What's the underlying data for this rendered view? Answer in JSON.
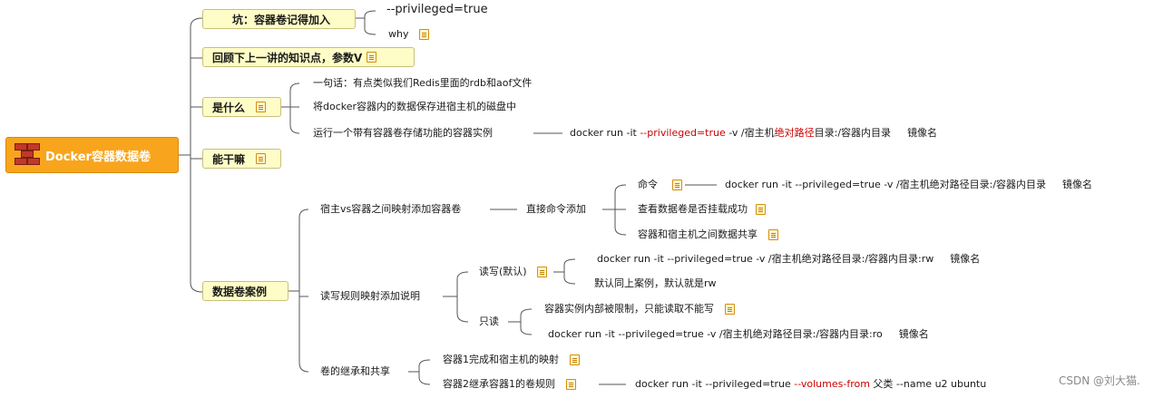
{
  "root": {
    "label": "Docker容器数据卷"
  },
  "branches": [
    {
      "label": "坑：容器卷记得加入"
    },
    {
      "label": "回顾下上一讲的知识点，参数V"
    },
    {
      "label": "是什么"
    },
    {
      "label": "能干嘛"
    },
    {
      "label": "数据卷案例"
    }
  ],
  "pit": {
    "privileged": "--privileged=true",
    "why": "why"
  },
  "what": {
    "items": [
      "一句话：有点类似我们Redis里面的rdb和aof文件",
      "将docker容器内的数据保存进宿主机的磁盘中",
      "运行一个带有容器卷存储功能的容器实例"
    ],
    "cmd": {
      "p1": "docker run -it ",
      "p2": "--privileged=true",
      "p3": " -v /宿主机",
      "p4": "绝对路径",
      "p5": "目录:/容器内目录",
      "p6": "镜像名"
    }
  },
  "case": {
    "mapping": "宿主vs容器之间映射添加容器卷",
    "direct": "直接命令添加",
    "command": "命令",
    "command_text": "docker run -it --privileged=true -v /宿主机绝对路径目录:/容器内目录",
    "command_image": "镜像名",
    "check": "查看数据卷是否挂载成功",
    "share": "容器和宿主机之间数据共享",
    "rw_rule": "读写规则映射添加说明",
    "rw_default": "读写(默认)",
    "rw_cmd": "docker run -it --privileged=true -v /宿主机绝对路径目录:/容器内目录:rw",
    "rw_image": "镜像名",
    "rw_note": "默认同上案例，默认就是rw",
    "ro": "只读",
    "ro_note": "容器实例内部被限制，只能读取不能写",
    "ro_cmd": "docker run -it --privileged=true -v /宿主机绝对路径目录:/容器内目录:ro",
    "ro_image": "镜像名",
    "inherit": "卷的继承和共享",
    "c1": "容器1完成和宿主机的映射",
    "c2": "容器2继承容器1的卷规则",
    "c2_cmd": {
      "p1": "docker run -it  --privileged=true ",
      "p2": "--volumes-from",
      "p3": " 父类",
      "p4": "  --name u2 ubuntu"
    }
  },
  "watermark": "CSDN @刘大猫."
}
